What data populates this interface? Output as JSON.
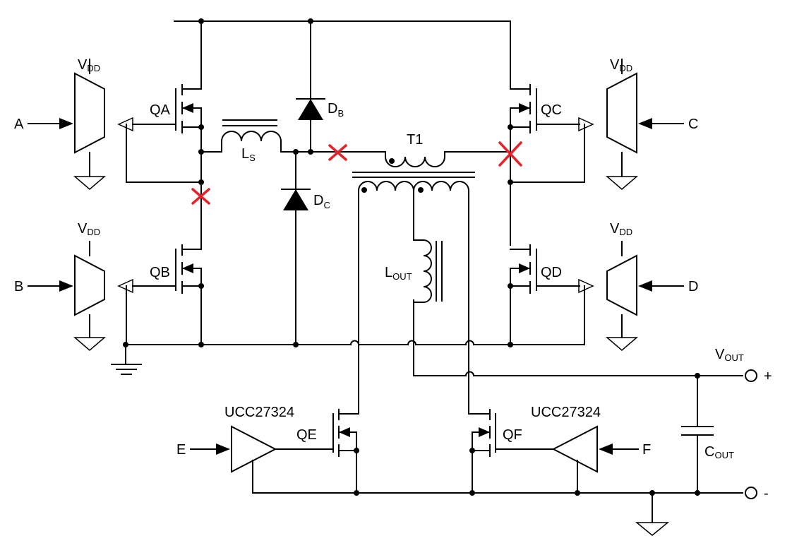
{
  "inputs": {
    "a": "A",
    "b": "B",
    "c": "C",
    "d": "D",
    "e": "E",
    "f": "F"
  },
  "transistors": {
    "qa": "QA",
    "qb": "QB",
    "qc": "QC",
    "qd": "QD",
    "qe": "QE",
    "qf": "QF"
  },
  "supply": {
    "base": "V",
    "sub": "DD"
  },
  "inductor_s": {
    "base": "L",
    "sub": "S"
  },
  "inductor_out": {
    "base": "L",
    "sub": "OUT"
  },
  "diode_b": {
    "base": "D",
    "sub": "B"
  },
  "diode_c": {
    "base": "D",
    "sub": "C"
  },
  "transformer": "T1",
  "drivers": {
    "left": "UCC27324",
    "right": "UCC27324"
  },
  "output_voltage": {
    "base": "V",
    "sub": "OUT"
  },
  "capacitor": {
    "base": "C",
    "sub": "OUT"
  },
  "terminals": {
    "plus": "+",
    "minus": "-"
  },
  "colors": {
    "wire": "#000000",
    "fault_mark": "#e8202a"
  }
}
